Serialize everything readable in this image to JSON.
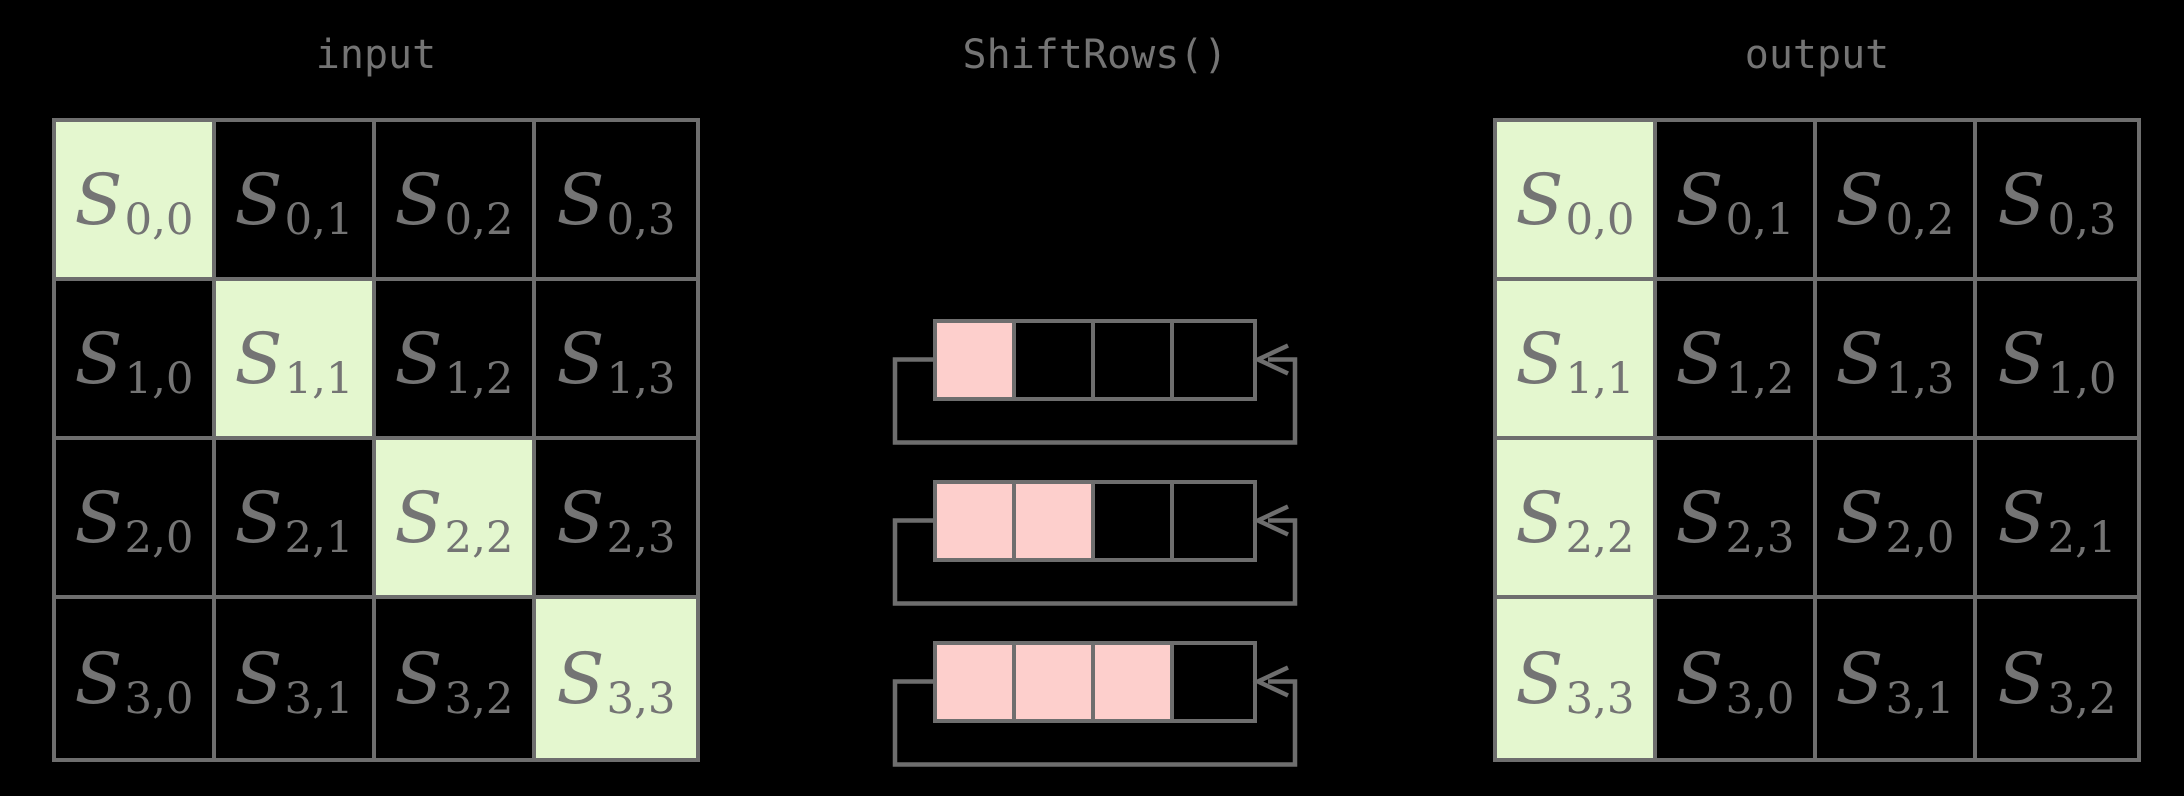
{
  "titles": {
    "input": "input",
    "shiftrows": "ShiftRows()",
    "output": "output"
  },
  "state_symbol": "S",
  "input_grid": {
    "cells": [
      [
        "0,0",
        "0,1",
        "0,2",
        "0,3"
      ],
      [
        "1,0",
        "1,1",
        "1,2",
        "1,3"
      ],
      [
        "2,0",
        "2,1",
        "2,2",
        "2,3"
      ],
      [
        "3,0",
        "3,1",
        "3,2",
        "3,3"
      ]
    ],
    "highlighted_cells": [
      [
        0,
        0
      ],
      [
        1,
        1
      ],
      [
        2,
        2
      ],
      [
        3,
        3
      ]
    ]
  },
  "output_grid": {
    "cells": [
      [
        "0,0",
        "0,1",
        "0,2",
        "0,3"
      ],
      [
        "1,1",
        "1,2",
        "1,3",
        "1,0"
      ],
      [
        "2,2",
        "2,3",
        "2,0",
        "2,1"
      ],
      [
        "3,3",
        "3,0",
        "3,1",
        "3,2"
      ]
    ],
    "highlighted_cells": [
      [
        0,
        0
      ],
      [
        1,
        0
      ],
      [
        2,
        0
      ],
      [
        3,
        0
      ]
    ]
  },
  "shift_register_rows": [
    {
      "filled_cells": 1,
      "total_cells": 4,
      "arrow_direction": "left"
    },
    {
      "filled_cells": 2,
      "total_cells": 4,
      "arrow_direction": "left"
    },
    {
      "filled_cells": 3,
      "total_cells": 4,
      "arrow_direction": "left"
    }
  ],
  "colors": {
    "background": "#000000",
    "line": "#6e6e6e",
    "text": "#747474",
    "highlight_green": "#e4f7cf",
    "highlight_pink": "#fdcfcc"
  }
}
